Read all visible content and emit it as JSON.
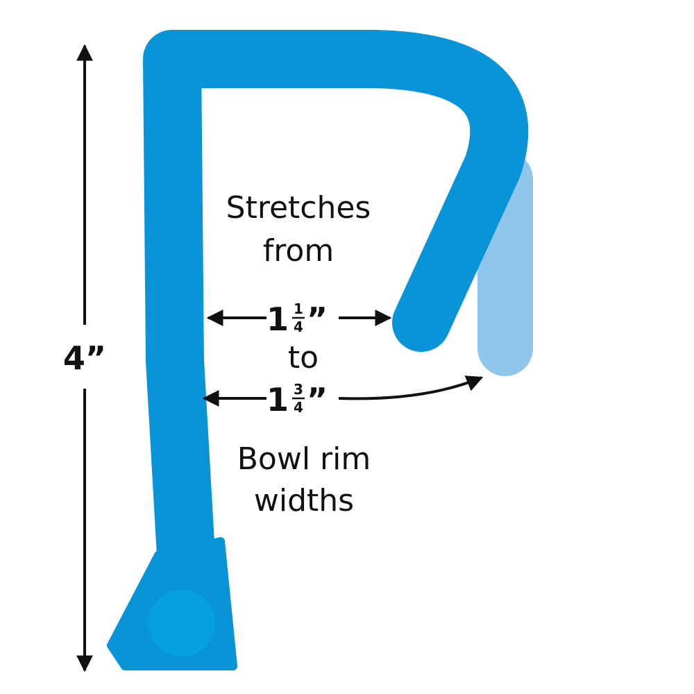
{
  "diagram": {
    "height_label": "4”",
    "stretch_text": {
      "line1": "Stretches",
      "line2": "from"
    },
    "min_width": {
      "whole": "1",
      "numerator": "1",
      "denominator": "4",
      "unit": "”"
    },
    "connector": "to",
    "max_width": {
      "whole": "1",
      "numerator": "3",
      "denominator": "4",
      "unit": "”"
    },
    "caption": {
      "line1": "Bowl rim",
      "line2": "widths"
    },
    "colors": {
      "clip": "#0994d8",
      "clip_extended": "#91c6ec",
      "suction_cup": "#05a0df",
      "text": "#111111",
      "background": "#ffffff"
    }
  }
}
